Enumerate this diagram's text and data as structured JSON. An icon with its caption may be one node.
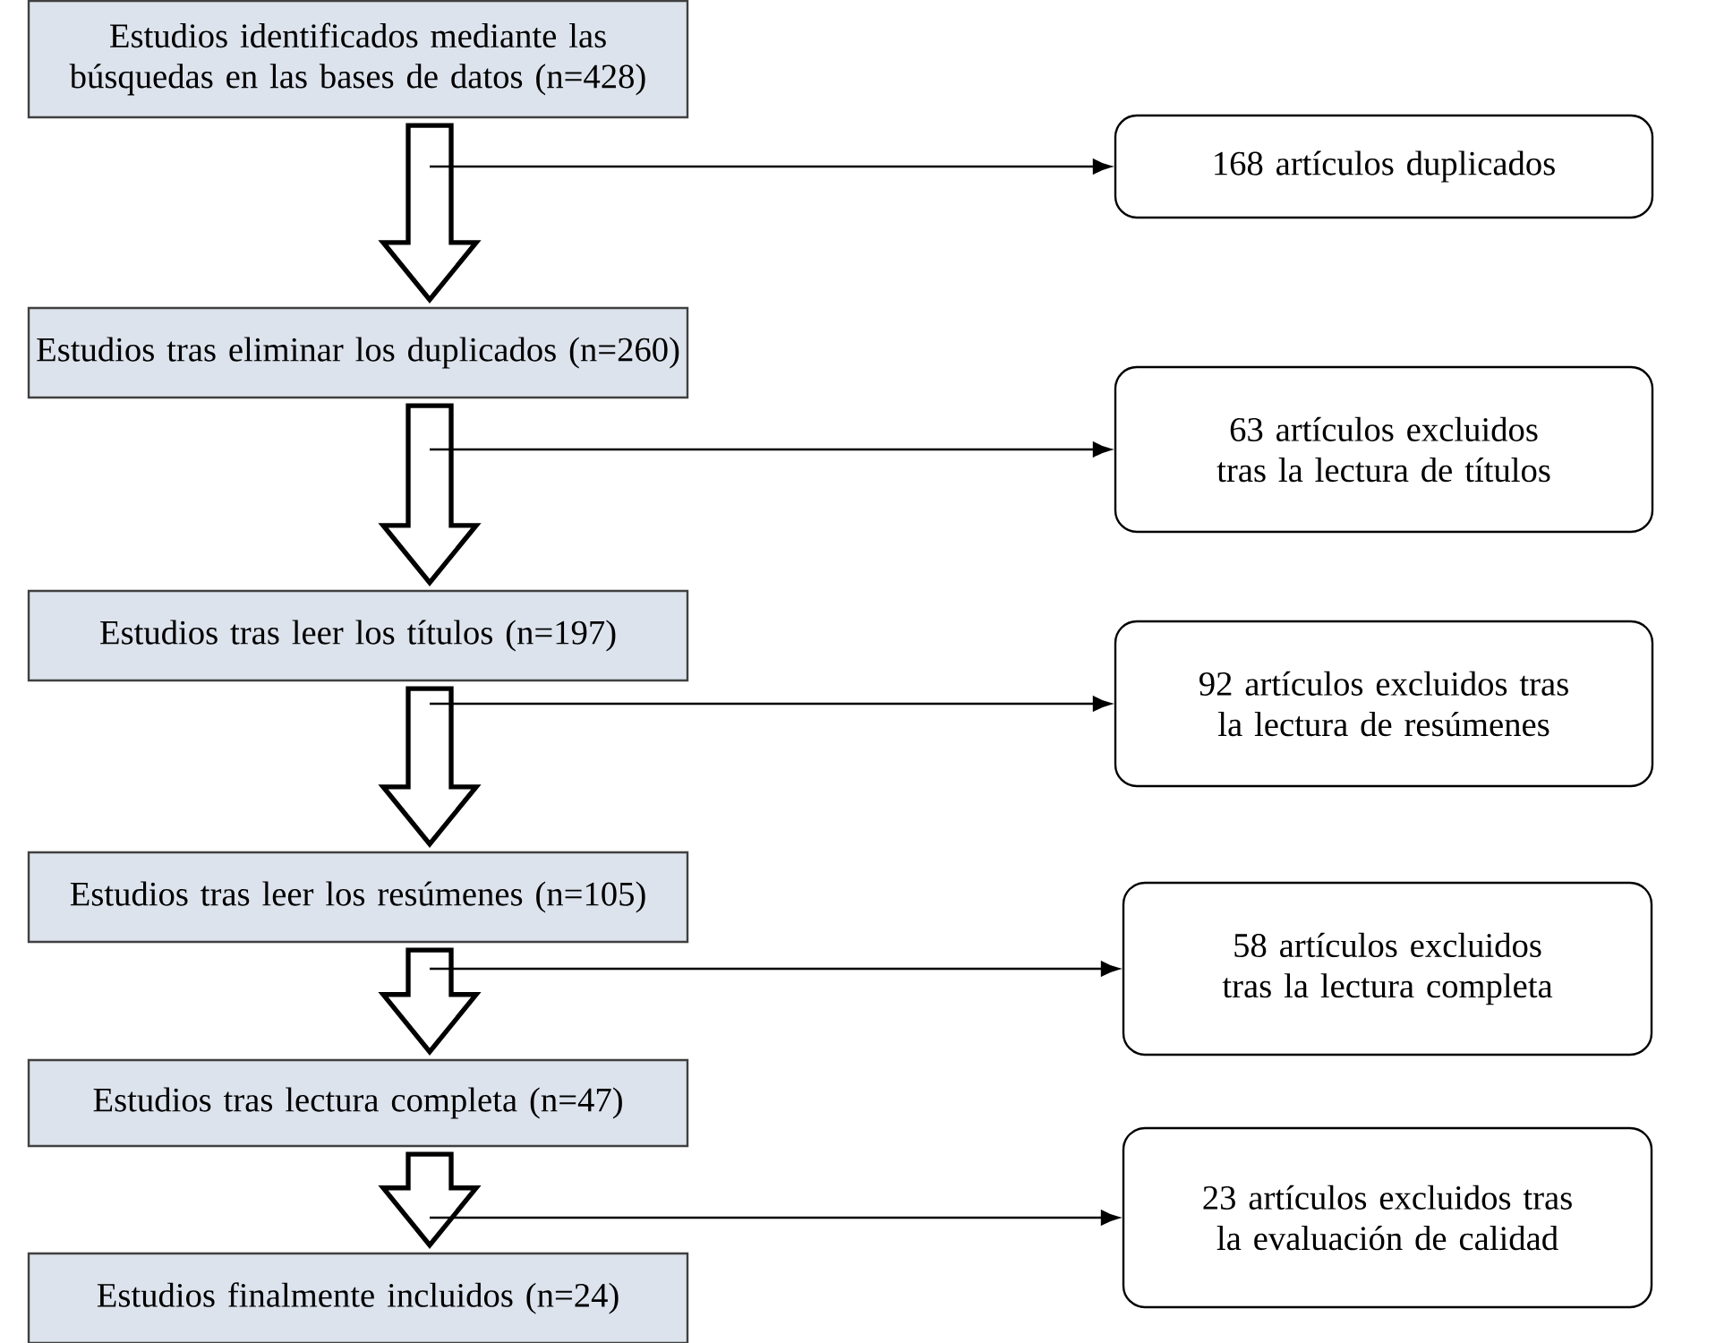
{
  "diagram": {
    "nodes": [
      {
        "text": [
          "Estudios identificados mediante las búsquedas en las bases de datos (n=428)"
        ]
      },
      {
        "text": [
          "Estudios tras eliminar los duplicados (n=260)"
        ]
      },
      {
        "text": [
          "Estudios tras leer los títulos (n=197)"
        ]
      },
      {
        "text": [
          "Estudios tras leer los resúmenes (n=105)"
        ]
      },
      {
        "text": [
          "Estudios tras lectura completa (n=47)"
        ]
      },
      {
        "text": [
          "Estudios finalmente incluidos (n=24)"
        ]
      },
      {
        "text": [
          "168 artículos duplicados"
        ]
      },
      {
        "text": [
          "63 artículos excluidos tras la lectura de títulos"
        ]
      },
      {
        "text": [
          "92 artículos excluidos tras la lectura de resúmenes"
        ]
      },
      {
        "text": [
          "58 artículos excluidos tras la lectura completa"
        ]
      },
      {
        "text": [
          "23 artículos excluidos tras la evaluación de calidad"
        ]
      }
    ],
    "edges": [
      {
        "from": 0,
        "to": 1,
        "arrow": "to",
        "style": "thick"
      },
      {
        "from": 1,
        "to": 2,
        "arrow": "to",
        "style": "thick"
      },
      {
        "from": 2,
        "to": 3,
        "arrow": "to",
        "style": "thick"
      },
      {
        "from": 3,
        "to": 4,
        "arrow": "to",
        "style": "thick"
      },
      {
        "from": 4,
        "to": 5,
        "arrow": "to",
        "style": "thick"
      },
      {
        "from": null,
        "to": 6,
        "arrow": "to"
      },
      {
        "from": null,
        "to": 7,
        "arrow": "to"
      },
      {
        "from": null,
        "to": 8,
        "arrow": "to"
      },
      {
        "from": null,
        "to": 9,
        "arrow": "to"
      },
      {
        "from": null,
        "to": 10,
        "arrow": "to"
      }
    ]
  }
}
